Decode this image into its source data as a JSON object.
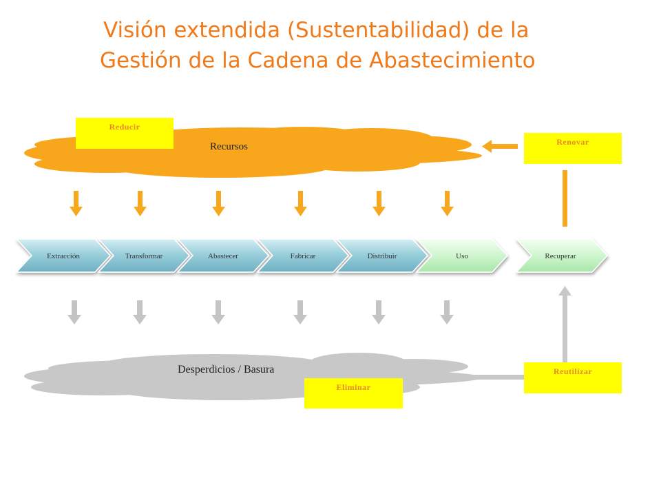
{
  "title": {
    "line1": "Visión extendida (Sustentabilidad) de la",
    "line2": "Gestión de la Cadena de Abastecimiento"
  },
  "clouds": {
    "resources": "Recursos",
    "waste": "Desperdicios / Basura"
  },
  "labels": {
    "reducir": "Reducir",
    "renovar": "Renovar",
    "eliminar": "Eliminar",
    "reutilizar": "Reutilizar"
  },
  "chain": [
    {
      "label": "Extracción",
      "style": "blue"
    },
    {
      "label": "Transformar",
      "style": "blue"
    },
    {
      "label": "Abastecer",
      "style": "blue"
    },
    {
      "label": "Fabricar",
      "style": "blue"
    },
    {
      "label": "Distribuir",
      "style": "blue"
    },
    {
      "label": "Uso",
      "style": "green"
    },
    {
      "label": "Recuperar",
      "style": "green"
    }
  ],
  "colors": {
    "title": "#F07A1A",
    "resources_cloud": "#F8A61C",
    "waste_cloud": "#C8C8C8",
    "resource_arrow": "#F6A81E",
    "waste_arrow": "#C4C4C4",
    "label_bg": "#FFFF00",
    "label_text": "#E68A2E"
  }
}
